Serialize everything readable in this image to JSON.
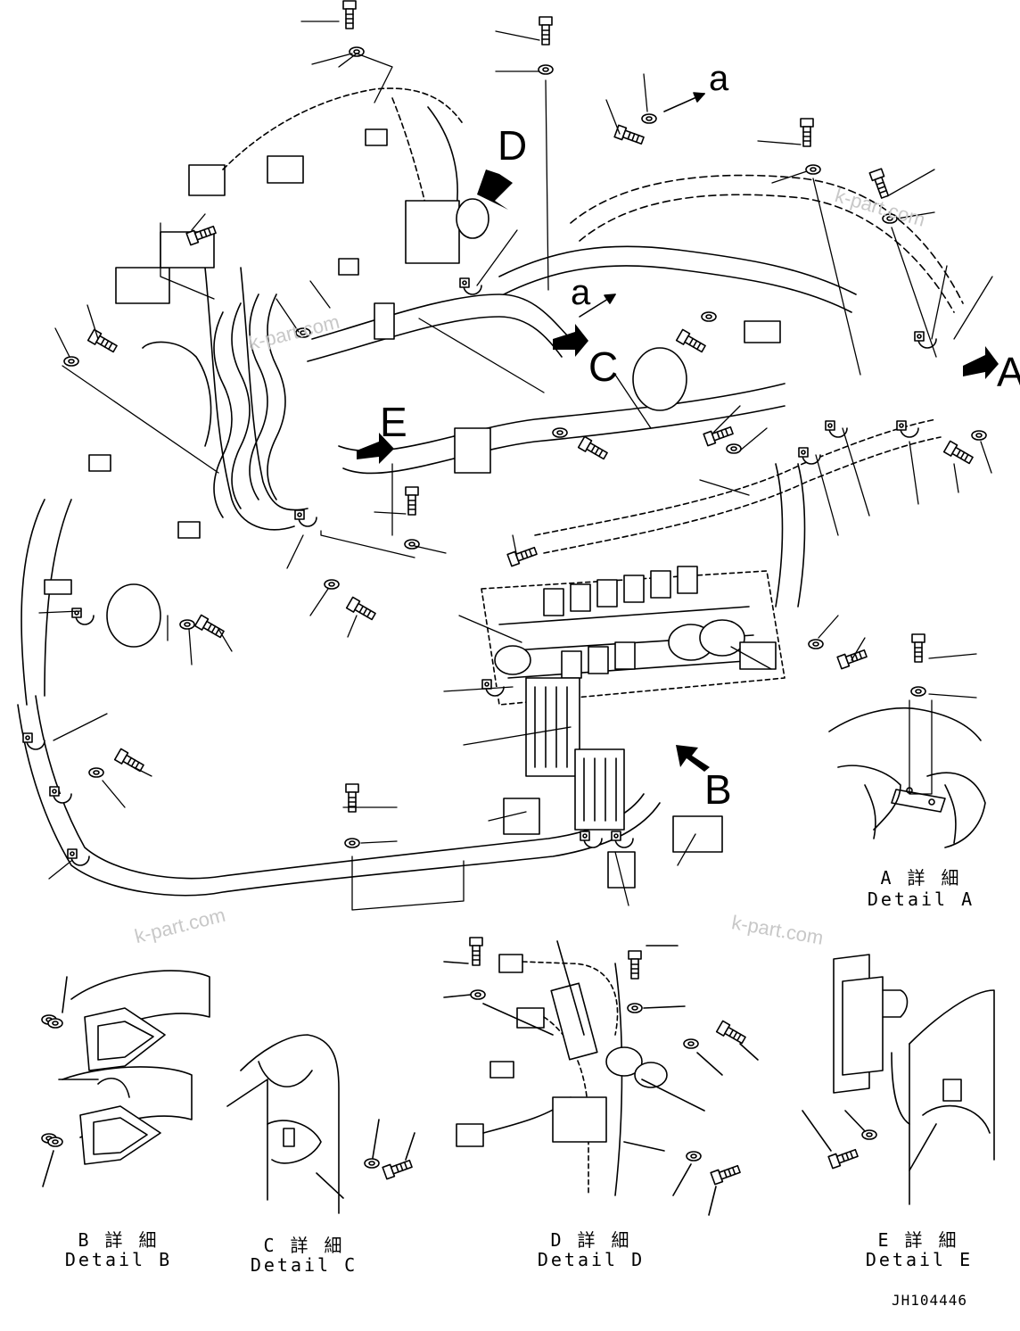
{
  "view_labels": {
    "A": "A",
    "B": "B",
    "C": "C",
    "D": "D",
    "E": "E",
    "a_top": "a",
    "a_mid": "a"
  },
  "details": {
    "A": {
      "jp": "A 詳 細",
      "en": "Detail A"
    },
    "B": {
      "jp": "B 詳 細",
      "en": "Detail B"
    },
    "C": {
      "jp": "C 詳 細",
      "en": "Detail C"
    },
    "D": {
      "jp": "D 詳 細",
      "en": "Detail D"
    },
    "E": {
      "jp": "E 詳 細",
      "en": "Detail E"
    }
  },
  "drawing_number": "JH104446",
  "watermarks": [
    "k-part.com",
    "k-part.com",
    "k-part.com",
    "k-part.com"
  ],
  "colors": {
    "line": "#000000",
    "background": "#ffffff",
    "watermark": "#c8c8c8"
  }
}
